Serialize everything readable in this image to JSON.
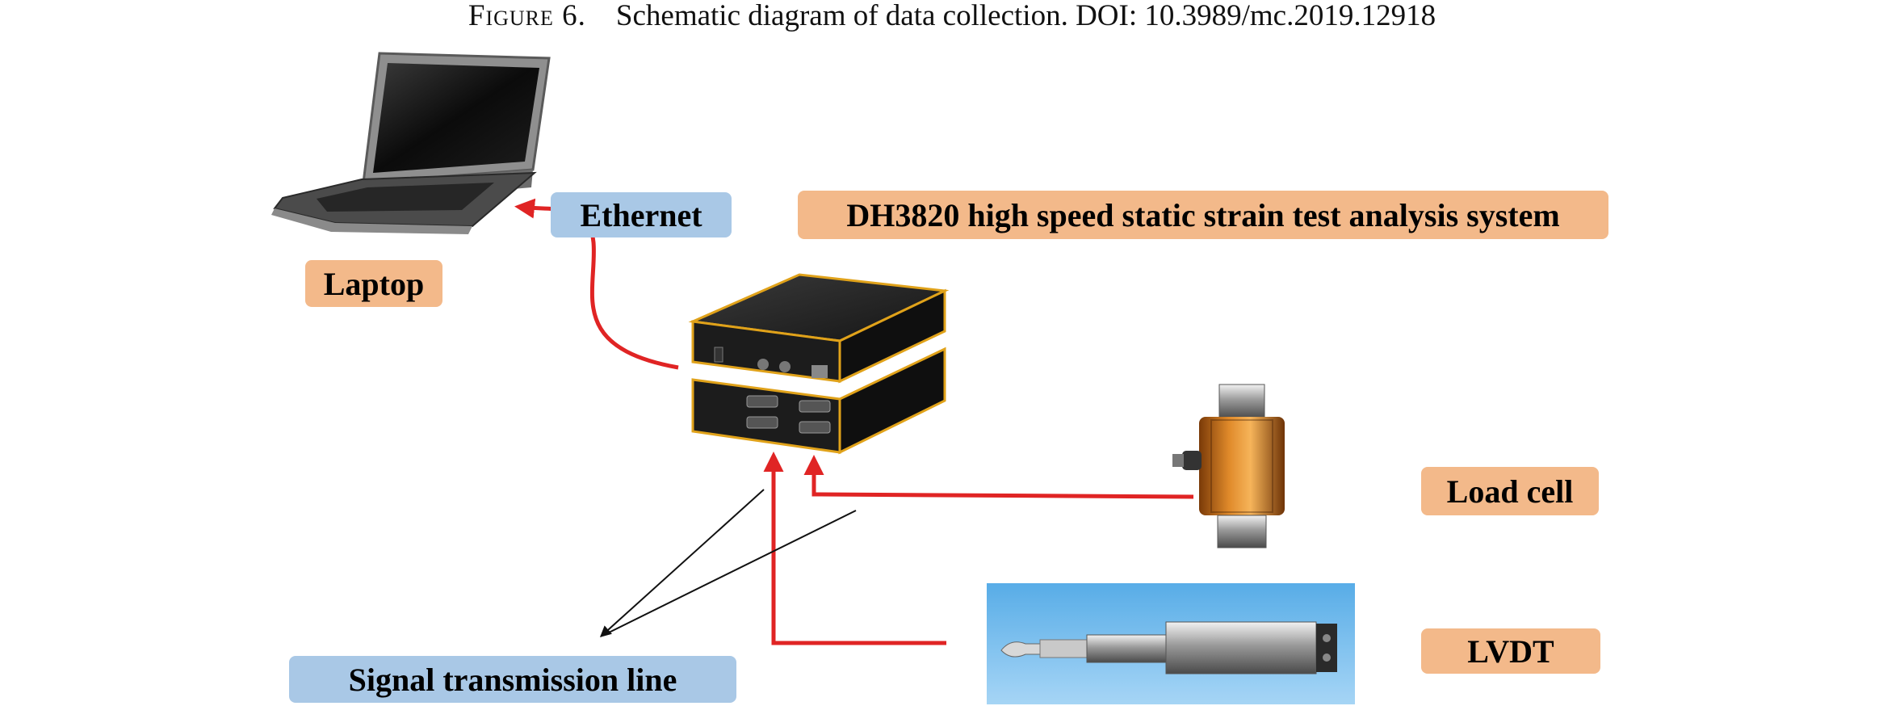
{
  "caption": {
    "figure_label": "Figure 6.",
    "text": "Schematic diagram of data collection. DOI: 10.3989/mc.2019.12918"
  },
  "labels": {
    "ethernet": "Ethernet",
    "system": "DH3820 high speed static strain test analysis system",
    "laptop": "Laptop",
    "load_cell": "Load cell",
    "lvdt": "LVDT",
    "signal_line": "Signal transmission line"
  },
  "colors": {
    "label_orange": "#f3b98a",
    "label_blue": "#a9c8e6",
    "arrow_red": "#e02424",
    "pointer_black": "#111111"
  },
  "icons": {
    "laptop": "laptop-icon",
    "data_acquisition_unit": "strain-analyzer-icon",
    "load_cell": "load-cell-icon",
    "lvdt": "lvdt-sensor-icon"
  }
}
